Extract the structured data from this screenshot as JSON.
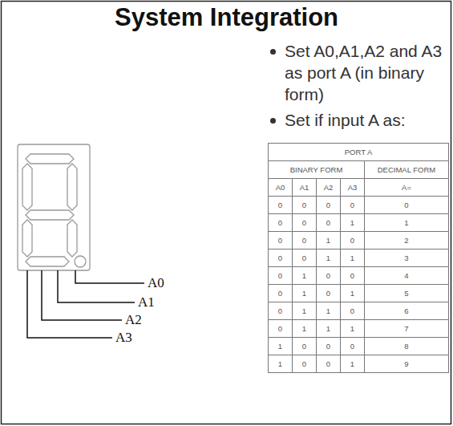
{
  "diagram": {
    "title": "System Integration",
    "labels": [
      "Set A0,A1,A2 and A3 as port A (in binary form)",
      "Set if input A as:",
      "A0",
      "A1",
      "A2",
      "A3",
      "PORT A",
      "BINARY FORM",
      "DECIMAL FORM",
      "A0",
      "A1",
      "A2",
      "A3",
      "A=",
      "0",
      "0",
      "0",
      "0",
      "0",
      "0",
      "0",
      "0",
      "1",
      "1",
      "0",
      "0",
      "1",
      "0",
      "2",
      "0",
      "0",
      "1",
      "1",
      "3",
      "0",
      "1",
      "0",
      "0",
      "4",
      "0",
      "1",
      "0",
      "1",
      "5",
      "0",
      "1",
      "1",
      "0",
      "6",
      "0",
      "1",
      "1",
      "1",
      "7",
      "1",
      "0",
      "0",
      "0",
      "8",
      "1",
      "0",
      "0",
      "1",
      "9"
    ]
  }
}
